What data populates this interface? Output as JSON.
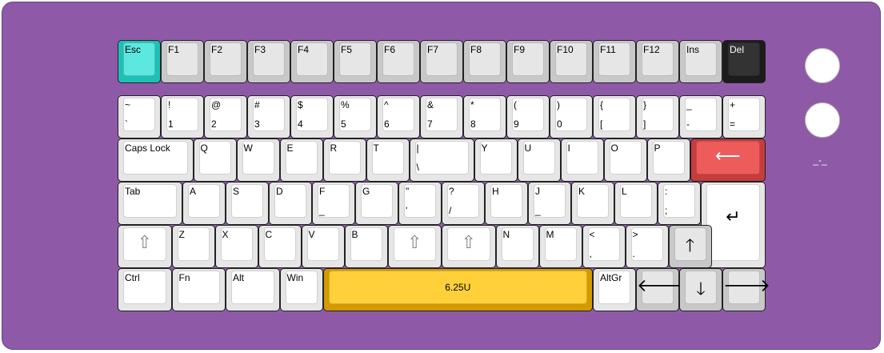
{
  "colors": {
    "case": "#8e5aa8",
    "alpha": "#ffffff",
    "modifier": "#c8c8c8",
    "esc": "#22d3c8",
    "dark": "#2f2f2f",
    "backspace": "#e04848",
    "spacebar": "#e5a800",
    "knob": "#ffffff"
  },
  "knob_label": "_-_",
  "function_row": [
    {
      "name": "key-esc",
      "top": "Esc",
      "style": "esc"
    },
    {
      "name": "key-f1",
      "top": "F1",
      "style": "modifier"
    },
    {
      "name": "key-f2",
      "top": "F2",
      "style": "modifier"
    },
    {
      "name": "key-f3",
      "top": "F3",
      "style": "modifier"
    },
    {
      "name": "key-f4",
      "top": "F4",
      "style": "modifier"
    },
    {
      "name": "key-f5",
      "top": "F5",
      "style": "modifier"
    },
    {
      "name": "key-f6",
      "top": "F6",
      "style": "modifier"
    },
    {
      "name": "key-f7",
      "top": "F7",
      "style": "modifier"
    },
    {
      "name": "key-f8",
      "top": "F8",
      "style": "modifier"
    },
    {
      "name": "key-f9",
      "top": "F9",
      "style": "modifier"
    },
    {
      "name": "key-f10",
      "top": "F10",
      "style": "modifier"
    },
    {
      "name": "key-f11",
      "top": "F11",
      "style": "modifier"
    },
    {
      "name": "key-f12",
      "top": "F12",
      "style": "modifier"
    },
    {
      "name": "key-ins",
      "top": "Ins",
      "style": "modifier"
    },
    {
      "name": "key-del",
      "top": "Del",
      "style": "dark"
    }
  ],
  "number_row": [
    {
      "name": "key-grave",
      "top": "~",
      "bottom": "`"
    },
    {
      "name": "key-1",
      "top": "!",
      "bottom": "1"
    },
    {
      "name": "key-2",
      "top": "@",
      "bottom": "2"
    },
    {
      "name": "key-3",
      "top": "#",
      "bottom": "3"
    },
    {
      "name": "key-4",
      "top": "$",
      "bottom": "4"
    },
    {
      "name": "key-5",
      "top": "%",
      "bottom": "5"
    },
    {
      "name": "key-6",
      "top": "^",
      "bottom": "6"
    },
    {
      "name": "key-7",
      "top": "&",
      "bottom": "7"
    },
    {
      "name": "key-8",
      "top": "*",
      "bottom": "8"
    },
    {
      "name": "key-9",
      "top": "(",
      "bottom": "9"
    },
    {
      "name": "key-0",
      "top": ")",
      "bottom": "0"
    },
    {
      "name": "key-lbracket",
      "top": "{",
      "bottom": "["
    },
    {
      "name": "key-rbracket",
      "top": "}",
      "bottom": "]"
    },
    {
      "name": "key-minus",
      "top": "_",
      "bottom": "-"
    },
    {
      "name": "key-equal",
      "top": "+",
      "bottom": "="
    }
  ],
  "qwerty_row": [
    {
      "name": "key-caps-lock",
      "top": "Caps Lock"
    },
    {
      "name": "key-q",
      "top": "Q"
    },
    {
      "name": "key-w",
      "top": "W"
    },
    {
      "name": "key-e",
      "top": "E"
    },
    {
      "name": "key-r",
      "top": "R"
    },
    {
      "name": "key-t",
      "top": "T"
    },
    {
      "name": "key-pipe",
      "top": "|",
      "bottom": "\\"
    },
    {
      "name": "key-y",
      "top": "Y"
    },
    {
      "name": "key-u",
      "top": "U"
    },
    {
      "name": "key-i",
      "top": "I"
    },
    {
      "name": "key-o",
      "top": "O"
    },
    {
      "name": "key-p",
      "top": "P"
    },
    {
      "name": "key-backspace",
      "glyph": "⟵",
      "style": "backspace"
    }
  ],
  "home_row": [
    {
      "name": "key-tab",
      "top": "Tab"
    },
    {
      "name": "key-a",
      "top": "A"
    },
    {
      "name": "key-s",
      "top": "S"
    },
    {
      "name": "key-d",
      "top": "D"
    },
    {
      "name": "key-f",
      "top": "F",
      "bottom": "_"
    },
    {
      "name": "key-g",
      "top": "G"
    },
    {
      "name": "key-quote",
      "top": "\"",
      "bottom": "'"
    },
    {
      "name": "key-question",
      "top": "?",
      "bottom": "/"
    },
    {
      "name": "key-h",
      "top": "H"
    },
    {
      "name": "key-j",
      "top": "J",
      "bottom": "_"
    },
    {
      "name": "key-k",
      "top": "K"
    },
    {
      "name": "key-l",
      "top": "L"
    },
    {
      "name": "key-semicolon",
      "top": ":",
      "bottom": ";"
    },
    {
      "name": "key-enter",
      "glyph": "↵"
    }
  ],
  "shift_row": [
    {
      "name": "key-left-shift",
      "glyph": "⇧"
    },
    {
      "name": "key-z",
      "top": "Z"
    },
    {
      "name": "key-x",
      "top": "X"
    },
    {
      "name": "key-c",
      "top": "C"
    },
    {
      "name": "key-v",
      "top": "V"
    },
    {
      "name": "key-b",
      "top": "B"
    },
    {
      "name": "key-mid-shift-1",
      "glyph": "⇧"
    },
    {
      "name": "key-mid-shift-2",
      "glyph": "⇧"
    },
    {
      "name": "key-n",
      "top": "N"
    },
    {
      "name": "key-m",
      "top": "M"
    },
    {
      "name": "key-comma",
      "top": "<",
      "bottom": ","
    },
    {
      "name": "key-period",
      "top": ">",
      "bottom": "."
    },
    {
      "name": "key-arrow-up",
      "glyph": "🡑",
      "style": "modifier"
    }
  ],
  "bottom_row": [
    {
      "name": "key-ctrl",
      "top": "Ctrl"
    },
    {
      "name": "key-fn",
      "top": "Fn"
    },
    {
      "name": "key-alt",
      "top": "Alt"
    },
    {
      "name": "key-win",
      "top": "Win"
    },
    {
      "name": "key-spacebar",
      "mid": "6.25U",
      "style": "spacebar"
    },
    {
      "name": "key-altgr",
      "top": "AltGr"
    },
    {
      "name": "key-arrow-left",
      "glyph": "🡐",
      "style": "modifier"
    },
    {
      "name": "key-arrow-down",
      "glyph": "🡓",
      "style": "modifier"
    },
    {
      "name": "key-arrow-right",
      "glyph": "🡒",
      "style": "modifier"
    }
  ]
}
